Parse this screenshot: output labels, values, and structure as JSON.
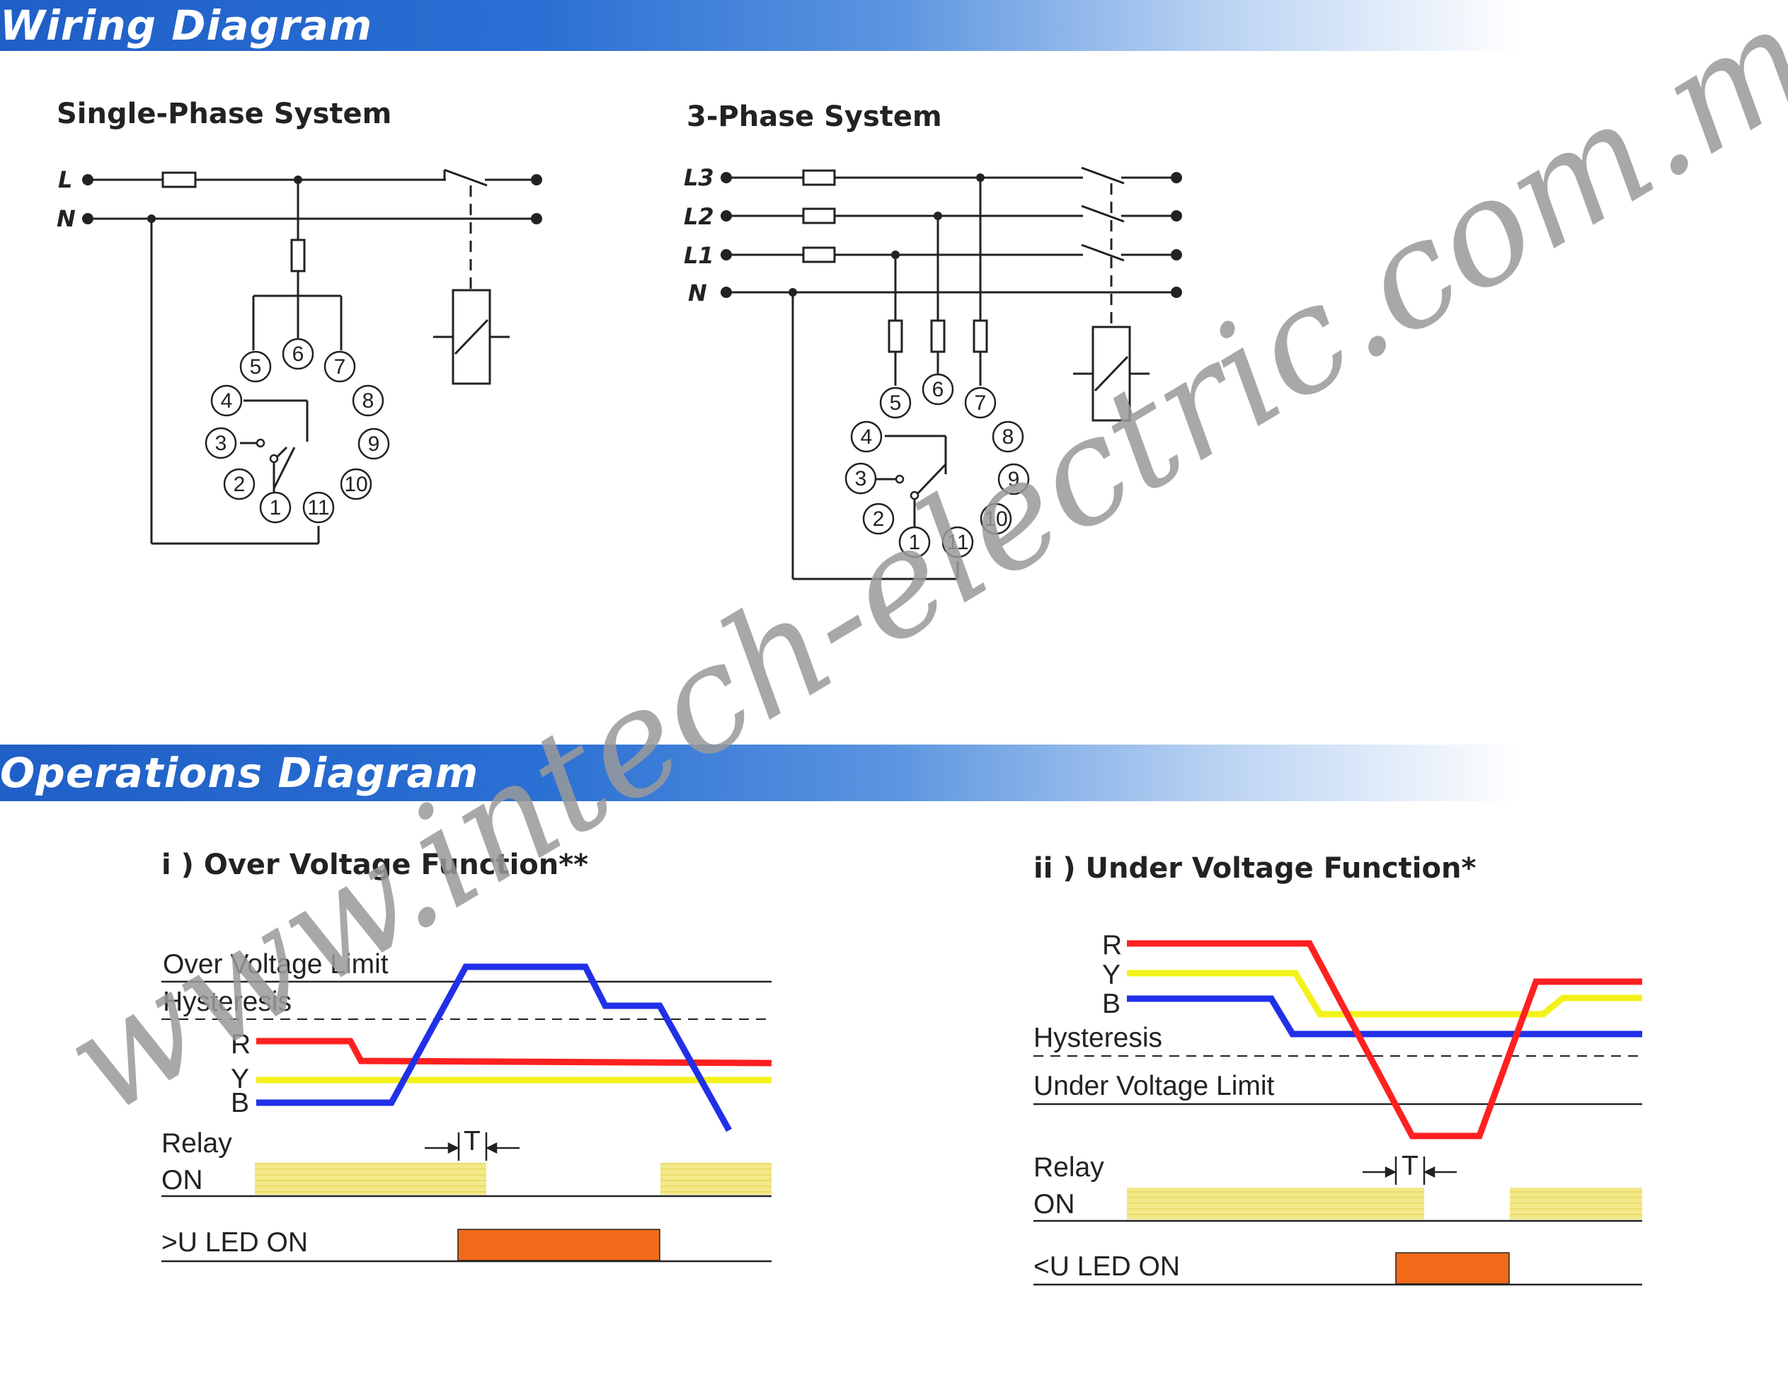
{
  "sections": {
    "wiring": {
      "title": "Wiring Diagram"
    },
    "operations": {
      "title": "Operations Diagram"
    }
  },
  "single_phase": {
    "title": "Single-Phase System",
    "lines": [
      "L",
      "N"
    ],
    "pins": [
      "1",
      "2",
      "3",
      "4",
      "5",
      "6",
      "7",
      "8",
      "9",
      "10",
      "11"
    ]
  },
  "three_phase": {
    "title": "3-Phase System",
    "lines": [
      "L3",
      "L2",
      "L1",
      "N"
    ],
    "pins": [
      "1",
      "2",
      "3",
      "4",
      "5",
      "6",
      "7",
      "8",
      "9",
      "10",
      "11"
    ]
  },
  "over_voltage": {
    "title": "i ) Over Voltage Function**",
    "limit_label": "Over Voltage Limit",
    "hysteresis_label": "Hysteresis",
    "phase_labels": [
      "R",
      "Y",
      "B"
    ],
    "relay_label": "Relay",
    "on_label": "ON",
    "delay_label": "T",
    "led_label": ">U LED ON"
  },
  "under_voltage": {
    "title": "ii ) Under Voltage Function*",
    "limit_label": "Under Voltage Limit",
    "hysteresis_label": "Hysteresis",
    "phase_labels": [
      "R",
      "Y",
      "B"
    ],
    "relay_label": "Relay",
    "on_label": "ON",
    "delay_label": "T",
    "led_label": "<U LED ON"
  },
  "watermark": "www.intech-electric.com.my",
  "colors": {
    "band": "#2a6fd3",
    "phase_r": "#ff2020",
    "phase_y": "#f2f21a",
    "phase_b": "#2030e8",
    "relay_fill": "#f3e98a",
    "led_fill": "#f06a1a"
  }
}
